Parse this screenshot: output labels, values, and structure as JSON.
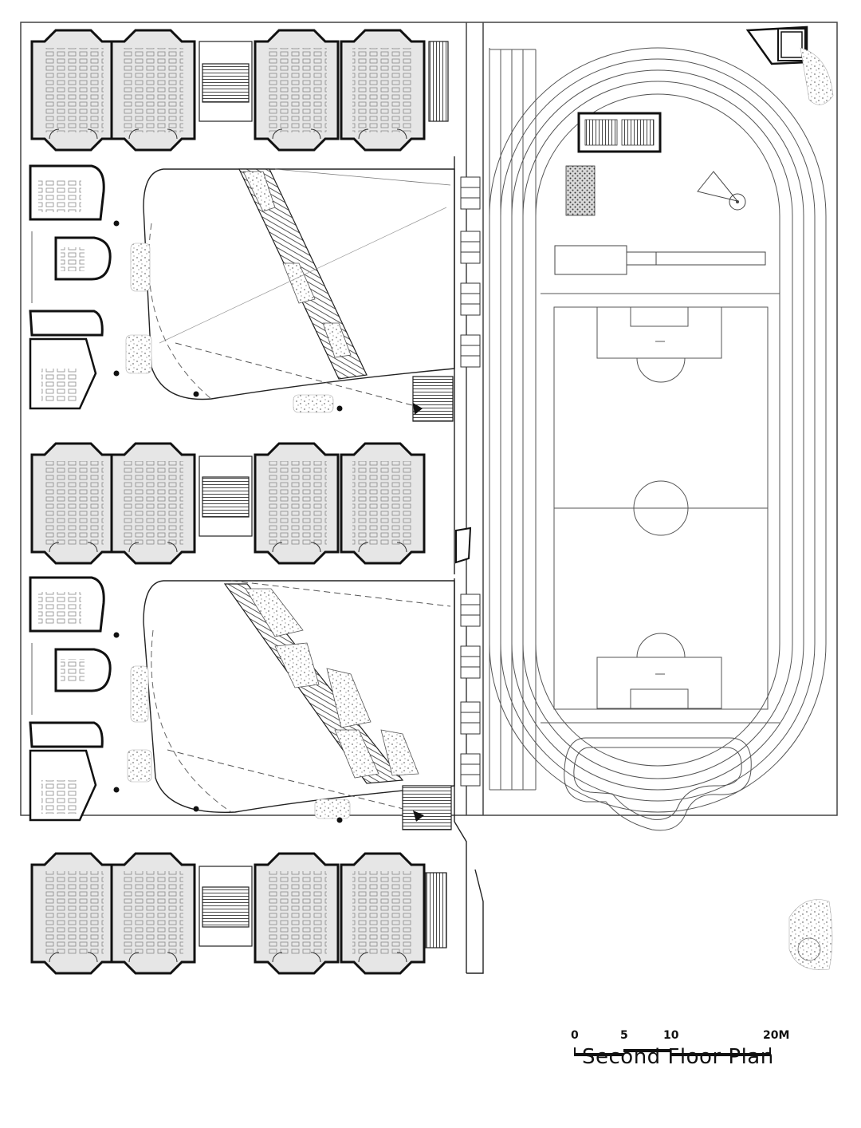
{
  "scale_bar": {
    "labels": [
      "0",
      "5",
      "10",
      "20M"
    ]
  },
  "caption": "Second Floor Plan"
}
